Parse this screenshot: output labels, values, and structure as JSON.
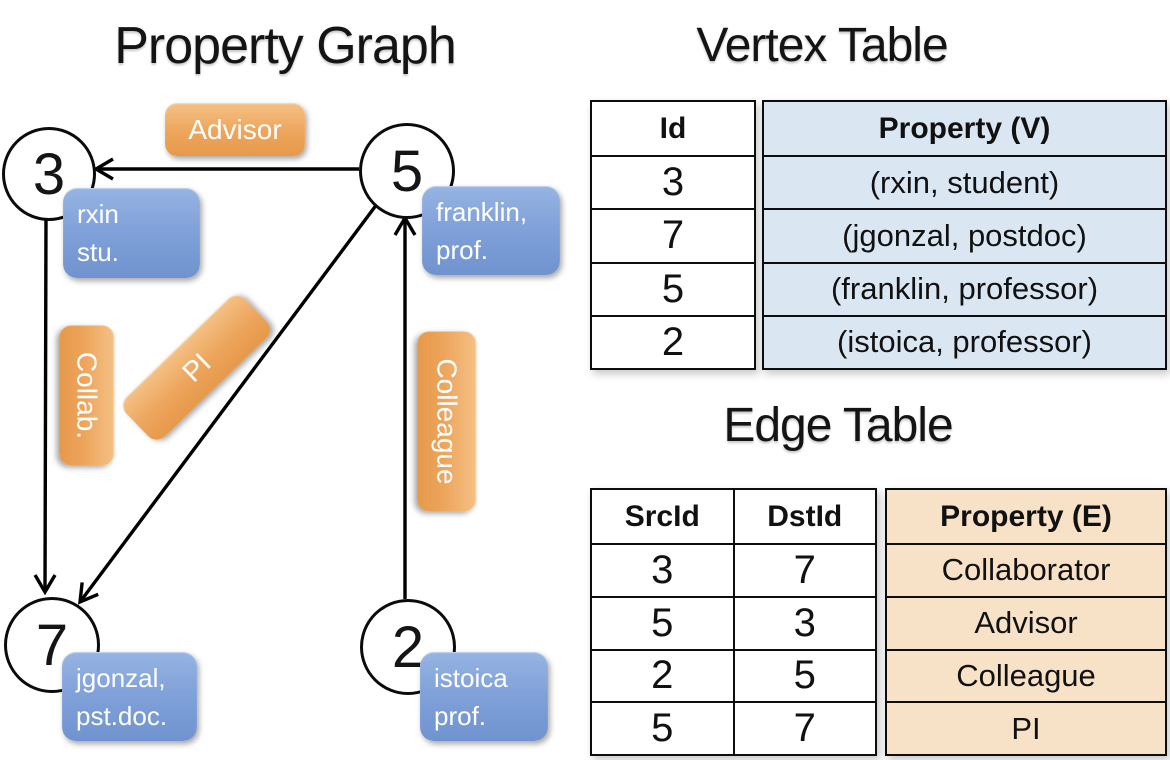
{
  "graph": {
    "title": "Property Graph",
    "vertices": [
      {
        "id": "3",
        "line1": "rxin",
        "line2": "stu."
      },
      {
        "id": "5",
        "line1": "franklin,",
        "line2": "prof."
      },
      {
        "id": "7",
        "line1": "jgonzal,",
        "line2": "pst.doc."
      },
      {
        "id": "2",
        "line1": "istoica",
        "line2": "prof."
      }
    ],
    "edge_labels": [
      "Advisor",
      "Collab.",
      "PI",
      "Colleague"
    ]
  },
  "vertex_table": {
    "title": "Vertex Table",
    "columns": [
      "Id",
      "Property (V)"
    ],
    "rows": [
      [
        "3",
        "(rxin, student)"
      ],
      [
        "7",
        "(jgonzal, postdoc)"
      ],
      [
        "5",
        "(franklin, professor)"
      ],
      [
        "2",
        "(istoica, professor)"
      ]
    ]
  },
  "edge_table": {
    "title": "Edge Table",
    "columns": [
      "SrcId",
      "DstId",
      "Property (E)"
    ],
    "rows": [
      [
        "3",
        "7",
        "Collaborator"
      ],
      [
        "5",
        "3",
        "Advisor"
      ],
      [
        "2",
        "5",
        "Colleague"
      ],
      [
        "5",
        "7",
        "PI"
      ]
    ]
  },
  "colors": {
    "edge_label_orange": "#eda55c",
    "vertex_box_blue": "#7b9ed6",
    "vertex_table_fill": "#dbe6f3",
    "edge_table_fill": "#f7e2c8",
    "line_black": "#000000",
    "background": "#ffffff"
  }
}
